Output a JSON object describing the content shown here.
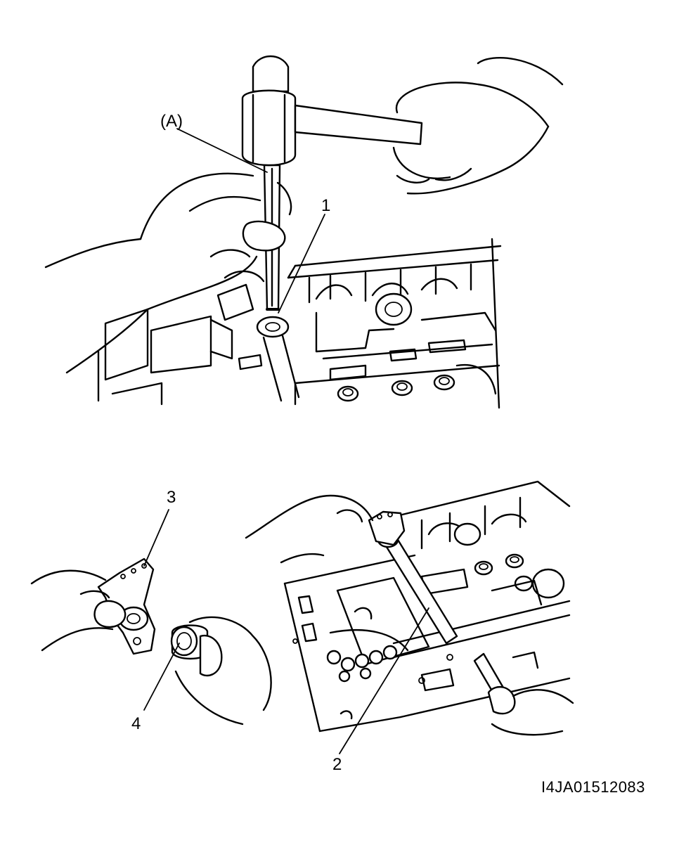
{
  "labels": {
    "tool_a": "(A)",
    "part_1": "1",
    "part_2": "2",
    "part_3": "3",
    "part_4": "4"
  },
  "figure_code": "I4JA01512083"
}
